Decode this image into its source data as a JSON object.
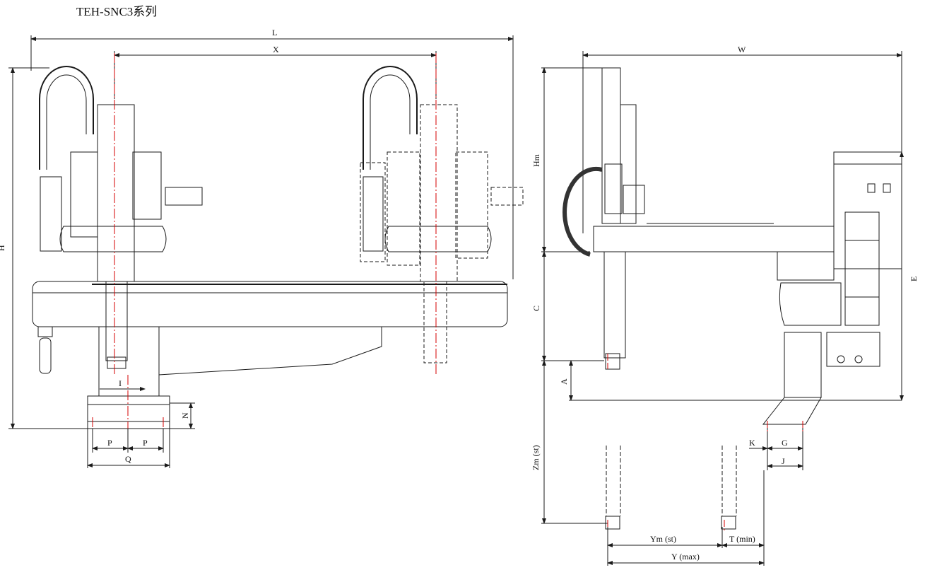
{
  "title": "TEH-SNC3系列",
  "front_view": {
    "dims": {
      "L": "L",
      "X": "X",
      "H": "H",
      "I": "I",
      "N": "N",
      "P_left": "P",
      "P_right": "P",
      "Q": "Q"
    }
  },
  "side_view": {
    "dims": {
      "W": "W",
      "Hm": "Hm",
      "C": "C",
      "A": "A",
      "E": "E",
      "Zm": "Zm (st)",
      "K": "K",
      "G": "G",
      "J": "J",
      "Ym": "Ym (st)",
      "T": "T (min)",
      "Y": "Y (max)"
    }
  },
  "colors": {
    "line": "#1a1a1a",
    "centerline": "#d40000"
  }
}
